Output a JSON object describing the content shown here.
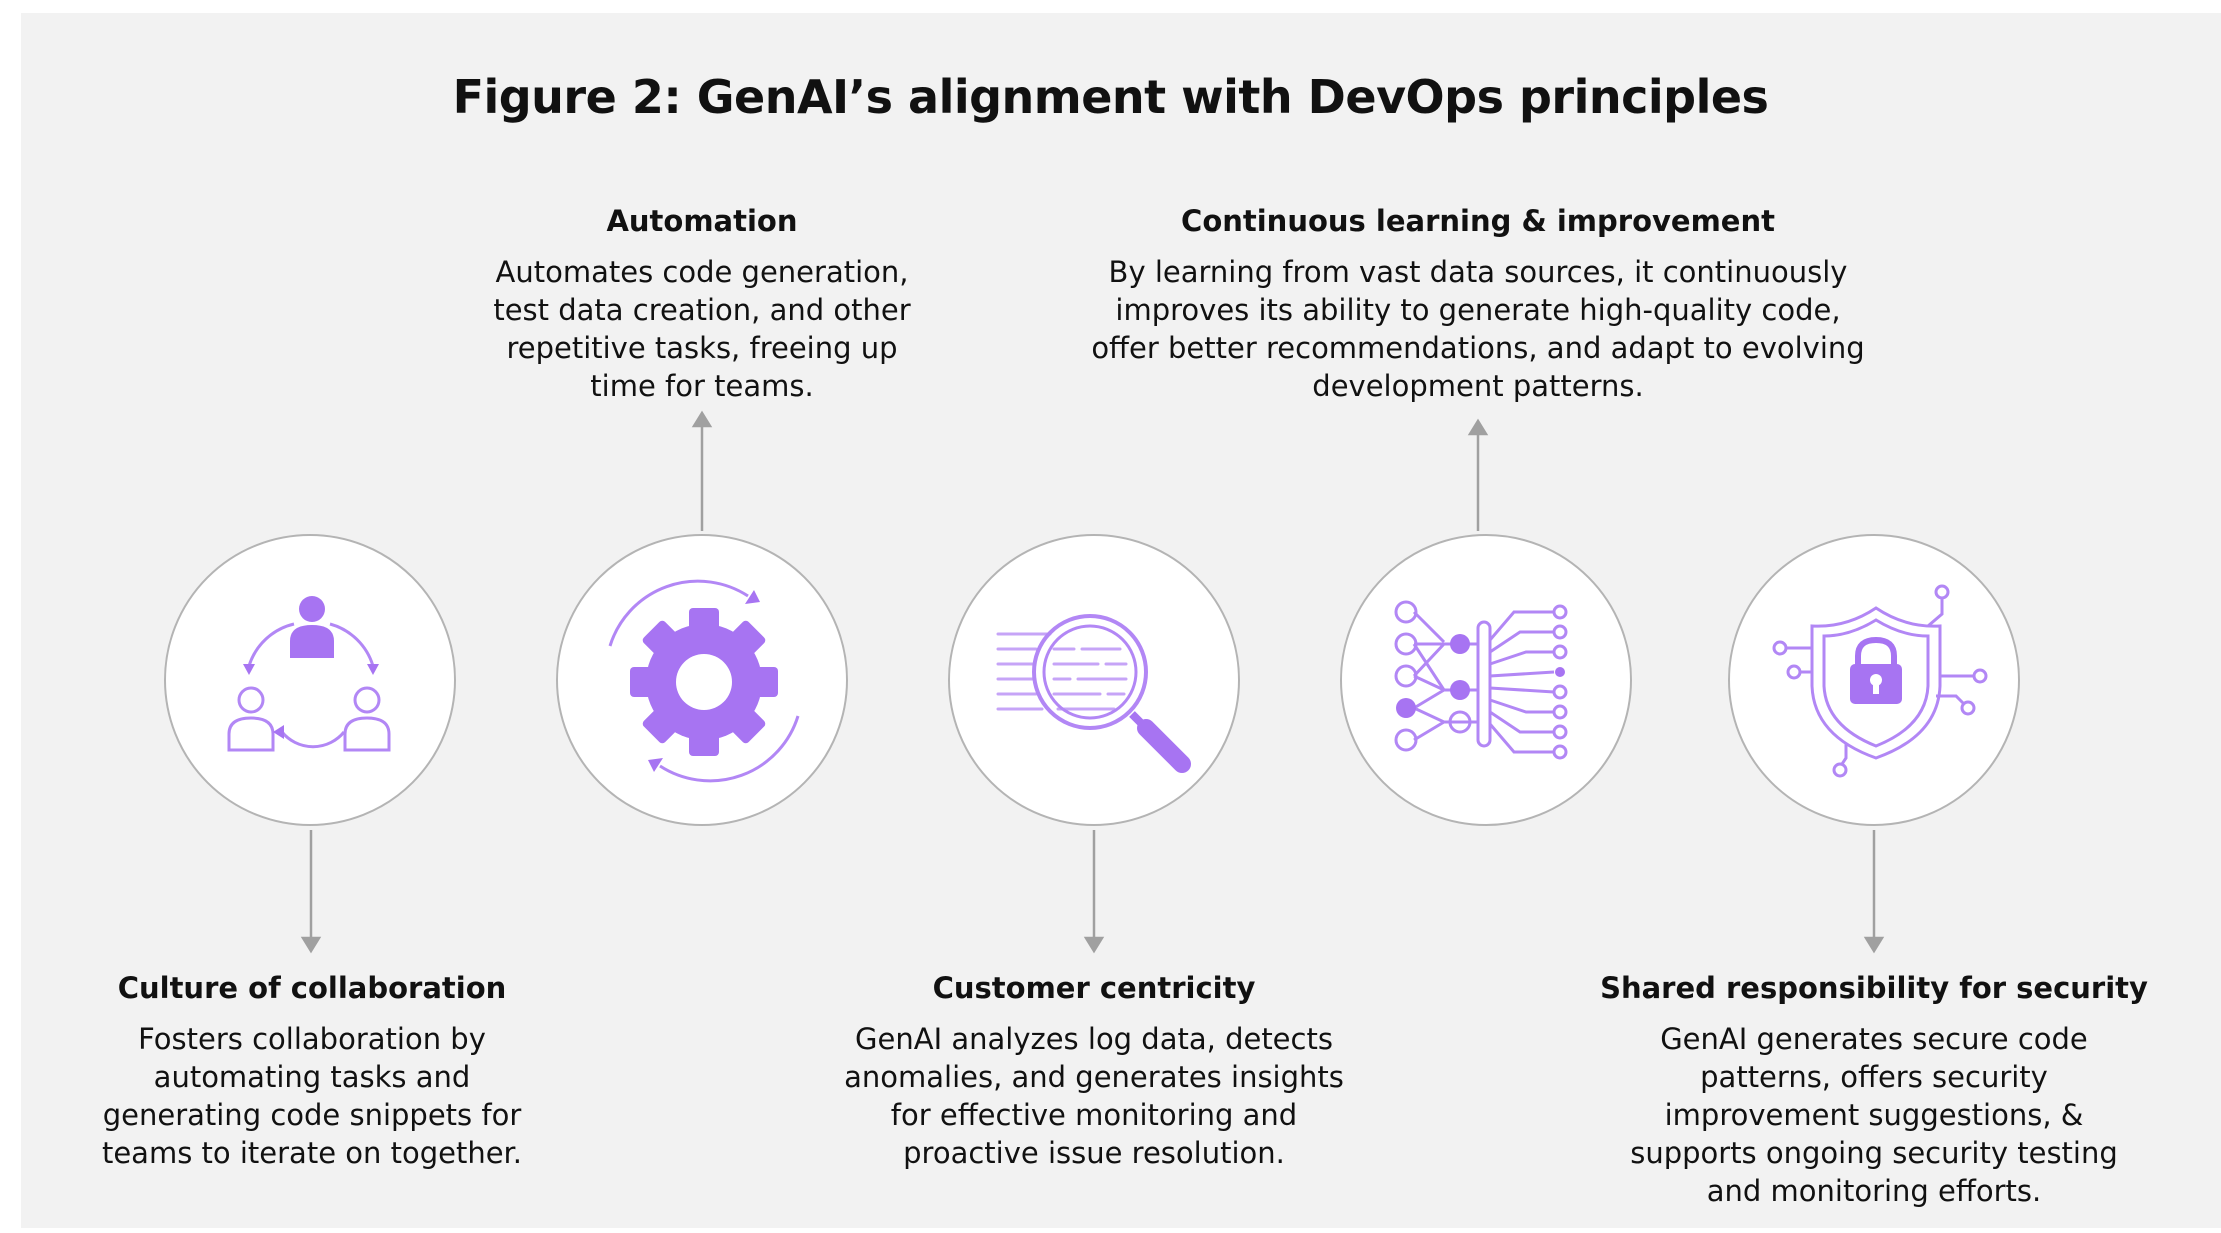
{
  "title": "Figure 2: GenAI’s alignment with DevOps principles",
  "colors": {
    "accent": "#a774f2",
    "accent_light": "#c6a4f7",
    "line": "#a0a0a0",
    "panel": "#f2f2f2"
  },
  "pillars": [
    {
      "icon": "people-cycle-icon",
      "position": "below",
      "title": "Culture of collaboration",
      "body": "Fosters collaboration by automating tasks and generating code snippets for teams to iterate on together."
    },
    {
      "icon": "gear-icon",
      "position": "above",
      "title": "Automation",
      "body": "Automates code generation, test data creation, and other repetitive tasks, freeing up time for teams."
    },
    {
      "icon": "magnifier-icon",
      "position": "below",
      "title": "Customer centricity",
      "body": "GenAI analyzes log data, detects anomalies, and generates insights for effective monitoring and proactive issue resolution."
    },
    {
      "icon": "neural-network-icon",
      "position": "above",
      "title": "Continuous learning & improvement",
      "body": "By learning from vast data sources, it continuously improves its ability to generate high-quality code, offer better recommendations, and adapt to evolving development patterns."
    },
    {
      "icon": "security-shield-icon",
      "position": "below",
      "title": "Shared responsibility for security",
      "body": "GenAI generates secure code patterns, offers security improvement suggestions, & supports ongoing security testing and monitoring efforts."
    }
  ]
}
